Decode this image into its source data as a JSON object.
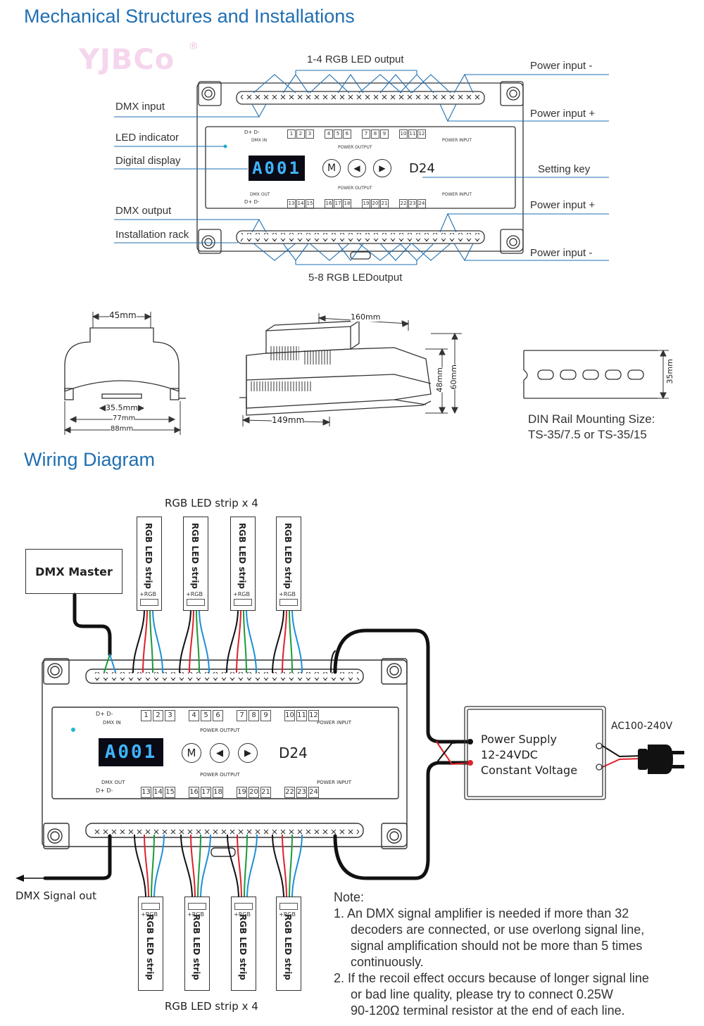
{
  "brand": "YJBCo",
  "mech": {
    "title": "Mechanical Structures and Installations",
    "rgb_out_top": "1-4 RGB LED output",
    "rgb_out_bottom": "5-8 RGB LEDoutput",
    "dmx_input": "DMX input",
    "led_indicator": "LED indicator",
    "digital_display": "Digital display",
    "dmx_output": "DMX output",
    "installation_rack": "Installation rack",
    "power_minus_1": "Power input -",
    "power_plus_1": "Power input +",
    "setting_key": "Setting key",
    "power_plus_2": "Power input +",
    "power_minus_2": "Power input -"
  },
  "device": {
    "display_text": "A001",
    "model": "D24",
    "key_m": "M",
    "dmx_in": "DMX IN",
    "dmx_out": "DMX OUT",
    "power_output": "POWER OUTPUT",
    "power_input": "POWER INPUT",
    "d_plus": "D+",
    "d_minus": "D-",
    "top_channels": [
      "1",
      "2",
      "3",
      "4",
      "5",
      "6",
      "7",
      "8",
      "9",
      "10",
      "11",
      "12"
    ],
    "bottom_channels": [
      "13",
      "14",
      "15",
      "16",
      "17",
      "18",
      "19",
      "20",
      "21",
      "22",
      "23",
      "24"
    ]
  },
  "dims": {
    "w45": "45mm",
    "w35_5": "35.5mm",
    "w77": "77mm",
    "w88": "88mm",
    "w160": "160mm",
    "w149": "149mm",
    "h48": "48mm",
    "h60": "60mm",
    "h35": "35mm",
    "din_line1": "DIN Rail Mounting Size:",
    "din_line2": "TS-35/7.5 or TS-35/15"
  },
  "wiring": {
    "title": "Wiring Diagram",
    "strip_group_top": "RGB LED strip x 4",
    "strip_group_bottom": "RGB LED strip x 4",
    "strip_label": "RGB LED strip",
    "strip_pins": "+RGB",
    "dmx_master": "DMX Master",
    "dmx_signal_out": "DMX Signal out",
    "psu_line1": "Power Supply",
    "psu_line2": "12-24VDC",
    "psu_line3": "Constant Voltage",
    "ac": "AC100-240V"
  },
  "notes": {
    "heading": "Note:",
    "n1_l1": "1. An DMX signal amplifier is needed if more than 32",
    "n1_l2": "decoders are connected, or use overlong signal line,",
    "n1_l3": "signal amplification should not be more than 5 times",
    "n1_l4": "continuously.",
    "n2_l1": "2. If the recoil effect occurs because of longer signal line",
    "n2_l2": "or bad line quality, please try to connect 0.25W",
    "n2_l3": "90-120Ω terminal resistor at the end of each line."
  },
  "colors": {
    "title_blue": "#1f6fb2",
    "leader_blue": "#1f6fb2",
    "lcd_digits": "#3fb4ff",
    "wire_red": "#e0202a",
    "wire_green": "#1a9a3a",
    "wire_blue": "#1f8fd8"
  }
}
